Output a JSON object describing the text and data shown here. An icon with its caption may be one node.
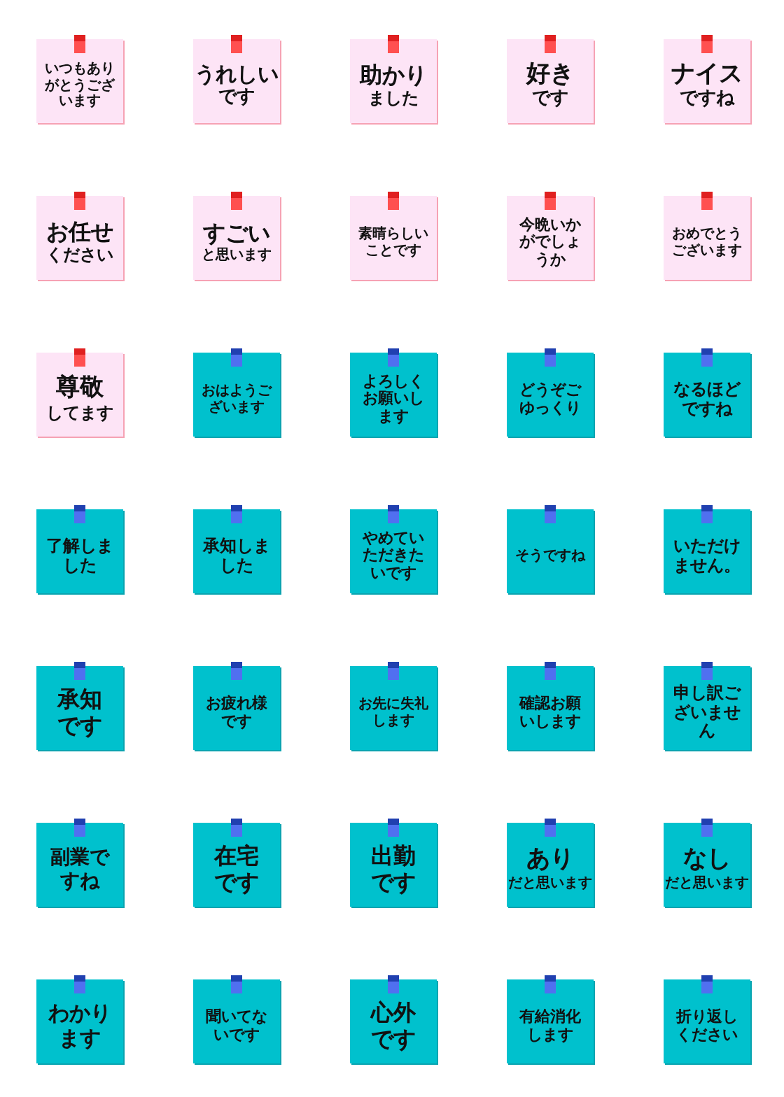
{
  "diagram": {
    "nodes": [
      {
        "text": [
          "いつもありがとうございます"
        ]
      },
      {
        "text": [
          "うれしい",
          "です"
        ]
      },
      {
        "text": [
          "助かり",
          "ました"
        ]
      },
      {
        "text": [
          "好き",
          "です"
        ]
      },
      {
        "text": [
          "ナイス",
          "ですね"
        ]
      },
      {
        "text": [
          "お任せ",
          "ください"
        ]
      },
      {
        "text": [
          "すごい",
          "と思います"
        ]
      },
      {
        "text": [
          "素晴らしいことです"
        ]
      },
      {
        "text": [
          "今晩いかがでしょうか"
        ]
      },
      {
        "text": [
          "おめでとうございます"
        ]
      },
      {
        "text": [
          "尊敬",
          "してます"
        ]
      },
      {
        "text": [
          "おはようございます"
        ]
      },
      {
        "text": [
          "よろしくお願いします"
        ]
      },
      {
        "text": [
          "どうぞごゆっくり"
        ]
      },
      {
        "text": [
          "なるほどですね"
        ]
      },
      {
        "text": [
          "了解しました"
        ]
      },
      {
        "text": [
          "承知しました"
        ]
      },
      {
        "text": [
          "やめていただきたいです"
        ]
      },
      {
        "text": [
          "そうですね"
        ]
      },
      {
        "text": [
          "いただけません。"
        ]
      },
      {
        "text": [
          "承知です"
        ]
      },
      {
        "text": [
          "お疲れ様です"
        ]
      },
      {
        "text": [
          "お先に失礼します"
        ]
      },
      {
        "text": [
          "確認お願いします"
        ]
      },
      {
        "text": [
          "申し訳ございません"
        ]
      },
      {
        "text": [
          "副業ですね"
        ]
      },
      {
        "text": [
          "在宅です"
        ]
      },
      {
        "text": [
          "出勤です"
        ]
      },
      {
        "text": [
          "あり",
          "だと思います"
        ]
      },
      {
        "text": [
          "なし",
          "だと思います"
        ]
      },
      {
        "text": [
          "わかります"
        ]
      },
      {
        "text": [
          "聞いてないです"
        ]
      },
      {
        "text": [
          "心外です"
        ]
      },
      {
        "text": [
          "有給消化します"
        ]
      },
      {
        "text": [
          "折り返しください"
        ]
      }
    ]
  }
}
